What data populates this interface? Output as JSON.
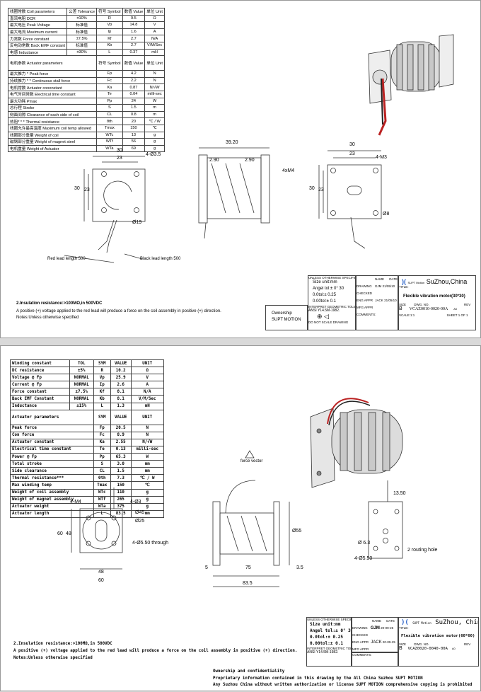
{
  "sheet1": {
    "coil_header": [
      "线圈常数 Coil parameters",
      "公差 Tolerance",
      "符号 Symbol",
      "数值 Value",
      "单位 Unit"
    ],
    "coil_rows": [
      [
        "直流电阻  DCR",
        "±10%",
        "R",
        "9.5",
        "Ω"
      ],
      [
        "最大电压  Peak Voltage",
        "标准值",
        "Vp",
        "14.8",
        "V"
      ],
      [
        "最大电流  Maximum current",
        "标准值",
        "Ip",
        "1.6",
        "A"
      ],
      [
        "力常数    Force constant",
        "±7.5%",
        "Kf",
        "2.7",
        "N/A"
      ],
      [
        "反电动常数 Back EMF constant",
        "标准值",
        "Kb",
        "2.7",
        "V/M/Sec"
      ],
      [
        "电感      Inductance",
        "±30%",
        "L",
        "0.37",
        "mH"
      ]
    ],
    "act_header": [
      "电机参数    Actuator parameters",
      "符号 Symbol",
      "数值 Value",
      "单位 Unit"
    ],
    "act_rows": [
      [
        "最大推力   *   Peak force",
        "Fp",
        "4.2",
        "N"
      ],
      [
        "持续推力  * *  Continuous stall force",
        "Fc",
        "2.2",
        "N"
      ],
      [
        "电机常数       Actuator cooonstant",
        "Ka",
        "0.87",
        "N/√W"
      ],
      [
        "电气时间常数    Electrical time constant",
        "Te",
        "0.04",
        "milli-sec"
      ],
      [
        "最大功耗       Pmax",
        "Pp",
        "24",
        "W"
      ],
      [
        "总行程         Stroke",
        "S",
        "1.5",
        "m"
      ],
      [
        "侧面间隙   Clearance of each side of coil",
        "CL",
        "0.8",
        "m"
      ],
      [
        "热阻* * *      Thermal resistance",
        "θth",
        "20",
        "℃ / W"
      ],
      [
        "线圈允许最高温度 Maximum coil temp allowed",
        "Tmax",
        "150",
        "℃"
      ],
      [
        "线圈部分重量   Weight of coil",
        "WTc",
        "13",
        "g"
      ],
      [
        "磁钢部分重量   Weight of magnet steel",
        "WTf",
        "56",
        "g"
      ],
      [
        "电机重量       Weight of Actuator",
        "WTa",
        "69",
        "g"
      ]
    ],
    "dims": {
      "w30": "30",
      "w23": "23",
      "holes": "4-Ø3.5",
      "h30": "30",
      "h23": "23",
      "dia": "Ø19",
      "len": "39.20",
      "g1": "2.90",
      "g2": "2.90",
      "thread": "4xM4",
      "rw30": "30",
      "rw23": "23",
      "rholes": "4-M3",
      "rh30": "30",
      "rh23": "23",
      "rdia": "Ø8"
    },
    "red_lead": "Red lead length 500",
    "black_lead": "Black lead length 500",
    "notes": [
      "2.Insulation resistance:>100MΩ,in 500VDC",
      "A positive (+) voltage applied to the red lead will produce a force on the coil assembly in positive (+) direction.",
      "Notes:Unless otherwise specified"
    ],
    "title_block": {
      "unless": "UNLESS OTHERWISE SPECIFIED",
      "size_unit": "Size unit:mm",
      "angle_tol": "Angel tol:± 0° 30",
      "tol1": "0.0tol:± 0.25",
      "tol2": "0.00tol:± 0.1",
      "interpret": "INTERPRET GEOMETRIC TOLERANCING PER:",
      "ansi": "ANSI Y14.5M-1982.",
      "noscale": "DO NOT SCALE DRAWING",
      "name": "NAME",
      "date": "DATE",
      "drawing": "DRAWING",
      "drawn_by": "GJM",
      "drawn_date": "21/05/10",
      "checked": "CHECKED",
      "eng": "ENG APPR",
      "eng_by": "JACK",
      "eng_date": "21/05/10",
      "mfg": "MFG APPR",
      "comments": "COMMENTS:",
      "company": "SuZhou,China",
      "logo": "SUPT Motion",
      "title_lbl": "TITLE:",
      "title": "Flexible vibration motor(30*30)",
      "size_lbl": "SIZE",
      "size": "B",
      "dwg_lbl": "DWG. NO.",
      "dwg": "VCAZ0010-0020-00A",
      "rev_lbl": "REV",
      "rev": "A0",
      "scale": "SCALE:1:1",
      "sheet": "SHEET 1 OF 1",
      "ownership": "Ownership",
      "owner": "SUPT MOTION"
    }
  },
  "sheet2": {
    "coil_header": [
      "Winding constant",
      "TOL",
      "SYM",
      "VALUE",
      "UNIT"
    ],
    "coil_rows": [
      [
        "DC resistance",
        "±5%",
        "R",
        "10.2",
        "Ω"
      ],
      [
        "Voltage @ Fp",
        "NORMAL",
        "Vp",
        "25.9",
        "V"
      ],
      [
        "Current @ Fp",
        "NORMAL",
        "Ip",
        "2.6",
        "A"
      ],
      [
        "Force constant",
        "±7.5%",
        "Kf",
        "8.1",
        "N/A"
      ],
      [
        "Back EMF Constant",
        "NORMAL",
        "Kb",
        "8.1",
        "V/M/Sec"
      ],
      [
        "Inductance",
        "±15%",
        "L",
        "1.3",
        "mH"
      ]
    ],
    "act_header": [
      "Actuator parameters",
      "SYM",
      "VALUE",
      "UNIT"
    ],
    "act_rows": [
      [
        "Peak force",
        "Fp",
        "20.5",
        "N"
      ],
      [
        "Con force",
        "Fc",
        "8.9",
        "N"
      ],
      [
        "Actuator constant",
        "Ka",
        "2.55",
        "N/√W"
      ],
      [
        "Electrical time constant",
        "Te",
        "0.13",
        "milli-sec"
      ],
      [
        "Power @ Fp",
        "Pp",
        "65.3",
        "W"
      ],
      [
        "Total stroke",
        "S",
        "3.0",
        "mm"
      ],
      [
        "Side clearance",
        "CL",
        "1.5",
        "mm"
      ],
      [
        "Thermal resistance***",
        "θth",
        "7.3",
        "℃ / W"
      ],
      [
        "Max winding temp",
        "Tmax",
        "150",
        "℃"
      ],
      [
        "Weight of coil assembly",
        "WTc",
        "110",
        "g"
      ],
      [
        "Weight of magnet assembly",
        "WTf",
        "265",
        "g"
      ],
      [
        "Actuator weight",
        "WTa",
        "375",
        "g"
      ],
      [
        "Actuator length",
        "L",
        "83.5",
        "mm"
      ]
    ],
    "dims": {
      "m4": "4-M4",
      "d3": "4-Ø3",
      "d45": "Ø45",
      "d25": "Ø25",
      "through": "4-Ø5.50 through",
      "h60": "60",
      "h48": "48",
      "w48": "48",
      "w60": "60",
      "d55": "Ø55",
      "l5": "5",
      "l75": "75",
      "l35": "3.5",
      "l835": "83.5",
      "r1350": "13.50",
      "rd63": "Ø 6.3",
      "rholes": "4-Ø5.50",
      "routing": "2 routing hole"
    },
    "force_vector": "force vector",
    "notes": [
      "2.Insulation resistance:>100MΩ,in 500VDC",
      "A positive (+) voltage applied to the red lead will produce a force on the coil assembly in positive (+) direction.",
      "Notes:Unless otherwise specified"
    ],
    "ownership": [
      "Ownership and confidentiality",
      "Proprietary information contained in this drawing by the All China Suzhou SUPT MOTION",
      "Any Suzhou China without written authorization or license SUPT MOTION comprehensive copying is prohibited"
    ],
    "title_block": {
      "unless": "UNLESS OTHERWISE SPECIFIED",
      "size_unit": "Size unit:mm",
      "angle_tol": "Angel tol:± 0° 30",
      "tol1": "0.0tol:± 0.25",
      "tol2": "0.00tol:± 0.1",
      "interpret": "INTERPRET GEOMETRIC TOLERANCING PER:",
      "ansi": "ANSI Y14.5M-1982.",
      "name": "NAME",
      "date": "DATE",
      "drawing": "DRAWING",
      "drawn_by": "GJM",
      "drawn_date": "20-09-25",
      "checked": "CHECKED",
      "eng": "ENG APPR",
      "eng_by": "JACK",
      "eng_date": "20-09-25",
      "mfg": "MFG APPR",
      "comments": "COMMENTS:",
      "company": "SuZhou, China",
      "logo": "SUPT Motion",
      "title_lbl": "TITLE:",
      "title": "Flexible vibration motor(60*60)",
      "size_lbl": "SIZE",
      "size": "B",
      "dwg_lbl": "DWG. NO.",
      "dwg": "VCAZ0020-0040-00A",
      "rev_lbl": "REV",
      "rev": "A0"
    }
  }
}
